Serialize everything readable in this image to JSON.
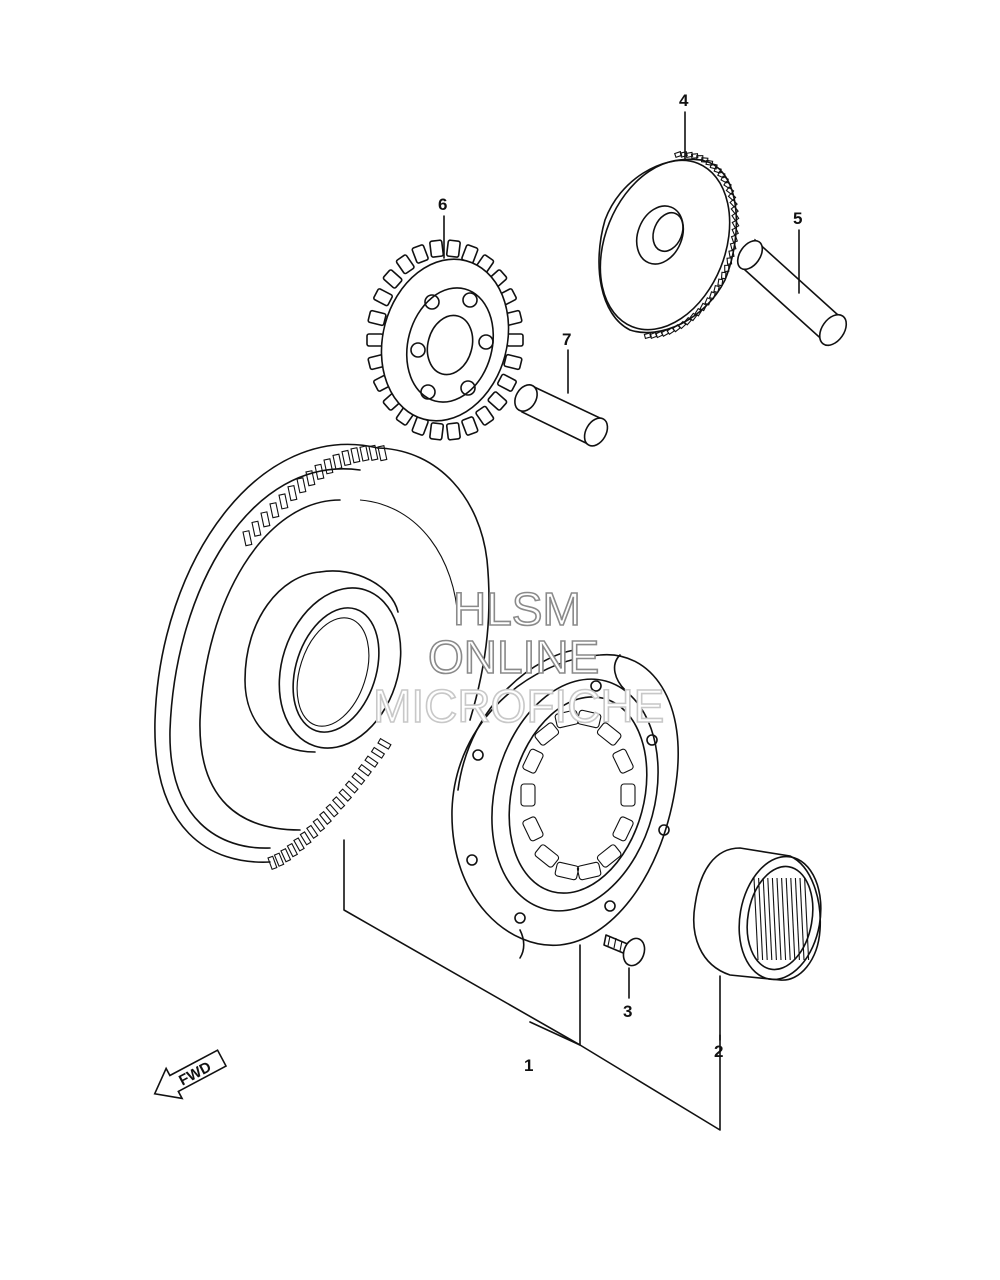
{
  "callouts": {
    "p1": "1",
    "p2": "2",
    "p3": "3",
    "p4": "4",
    "p5": "5",
    "p6": "6",
    "p7": "7"
  },
  "watermark": {
    "line1": "HLSM",
    "line2": "ONLINE",
    "line3": "MICROFICHE"
  },
  "direction_arrow": {
    "label": "FWD",
    "icon": "fwd-arrow-icon"
  },
  "colors": {
    "line": "#111111",
    "watermark_outline": "#8a8a8a",
    "background": "#ffffff"
  }
}
